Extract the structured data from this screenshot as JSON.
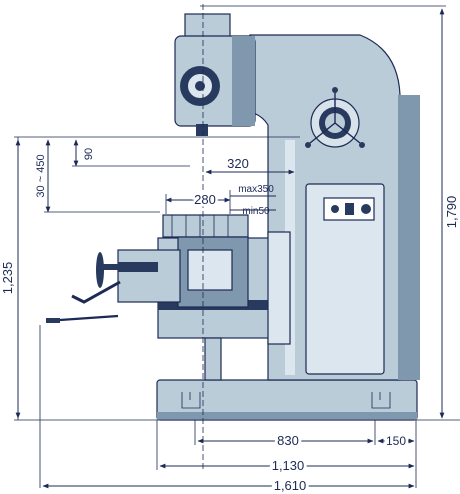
{
  "colors": {
    "machine_body": "#b9ccd8",
    "machine_shadow": "#7f98ad",
    "dark_parts": "#283a5e",
    "dimension_lines": "#1d2a55",
    "background": "#ffffff"
  },
  "dimensions": {
    "table_depth": "90",
    "knee_travel": "30 ~ 450",
    "total_height": "1,790",
    "table_height": "1,235",
    "spindle_reach": "320",
    "table_width": "280",
    "max_label": "max350",
    "min_label": "min50",
    "base_length": "830",
    "base_offset": "150",
    "base_total": "1,130",
    "overall_length": "1,610"
  }
}
